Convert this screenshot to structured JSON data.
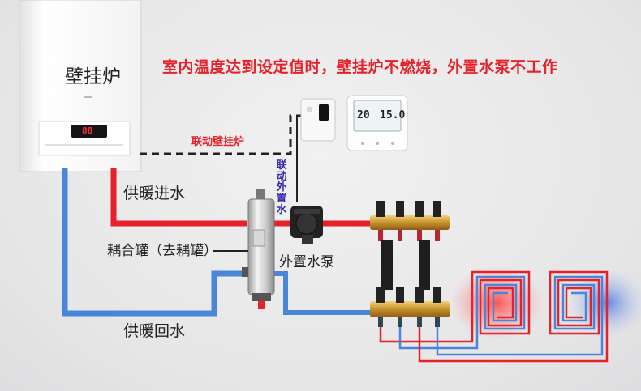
{
  "title": "室内温度达到设定值时，壁挂炉不燃烧，外置水泵不工作",
  "boiler": {
    "name": "壁挂炉",
    "display": "88"
  },
  "labels": {
    "link_boiler": "联动壁挂炉",
    "link_pump": "联动外置水",
    "supply": "供暖进水",
    "return": "供暖回水",
    "coupler": "耦合罐（去耦罐）",
    "pump": "外置水泵"
  },
  "thermostat": {
    "room_temp": "20",
    "set_temp": "15.0"
  },
  "colors": {
    "supply": "#e8202a",
    "return": "#4a86d8",
    "title": "#e8202a",
    "link_pump": "#3a2bb0"
  }
}
